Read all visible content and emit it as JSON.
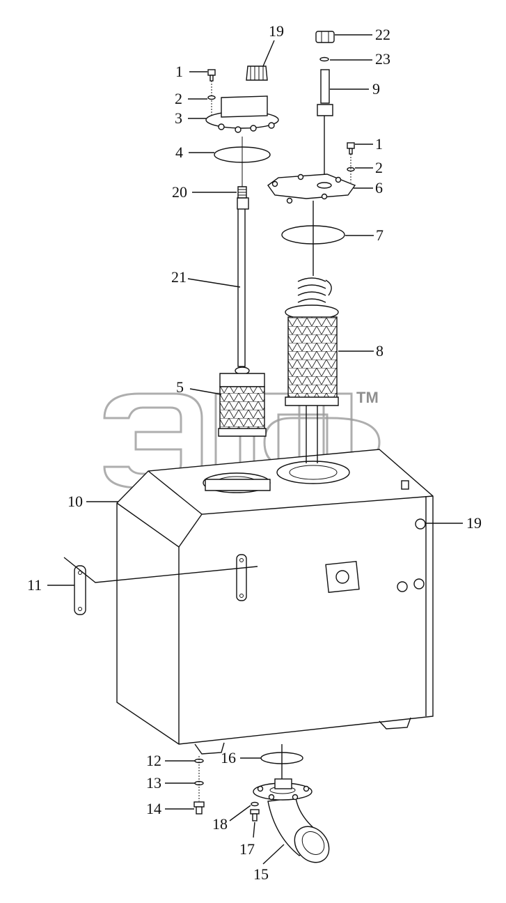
{
  "watermark": {
    "trademark": "TM"
  },
  "labels": [
    {
      "id": "l1a",
      "text": "1"
    },
    {
      "id": "l2a",
      "text": "2"
    },
    {
      "id": "l3",
      "text": "3"
    },
    {
      "id": "l4",
      "text": "4"
    },
    {
      "id": "l20",
      "text": "20"
    },
    {
      "id": "l21",
      "text": "21"
    },
    {
      "id": "l5",
      "text": "5"
    },
    {
      "id": "l19a",
      "text": "19"
    },
    {
      "id": "l22",
      "text": "22"
    },
    {
      "id": "l23",
      "text": "23"
    },
    {
      "id": "l9",
      "text": "9"
    },
    {
      "id": "l1b",
      "text": "1"
    },
    {
      "id": "l2b",
      "text": "2"
    },
    {
      "id": "l6",
      "text": "6"
    },
    {
      "id": "l7",
      "text": "7"
    },
    {
      "id": "l8",
      "text": "8"
    },
    {
      "id": "l10",
      "text": "10"
    },
    {
      "id": "l11",
      "text": "11"
    },
    {
      "id": "l19b",
      "text": "19"
    },
    {
      "id": "l12",
      "text": "12"
    },
    {
      "id": "l13",
      "text": "13"
    },
    {
      "id": "l14",
      "text": "14"
    },
    {
      "id": "l16",
      "text": "16"
    },
    {
      "id": "l18",
      "text": "18"
    },
    {
      "id": "l17",
      "text": "17"
    },
    {
      "id": "l15",
      "text": "15"
    }
  ]
}
